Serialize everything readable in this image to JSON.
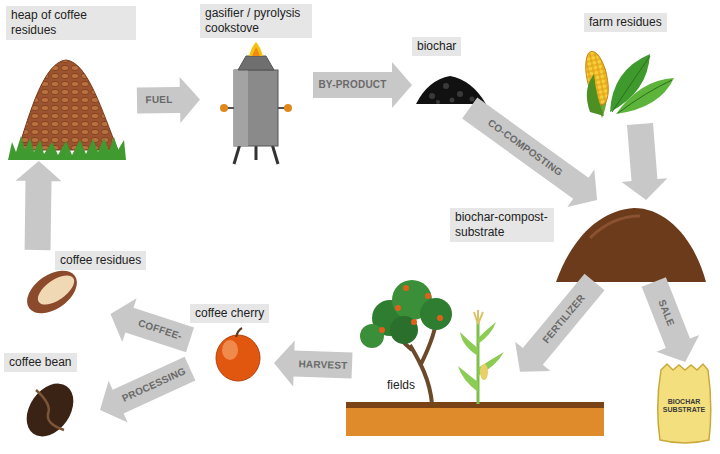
{
  "diagram": {
    "nodes": [
      {
        "text": [
          "heap of coffee residues"
        ]
      },
      {
        "text": [
          "gasifier / pyrolysis cookstove"
        ]
      },
      {
        "text": [
          "biochar"
        ]
      },
      {
        "text": [
          "farm residues"
        ]
      },
      {
        "text": [
          "biochar-compost-substrate"
        ]
      },
      {
        "text": [
          "coffee residues"
        ]
      },
      {
        "text": [
          "coffee cherry"
        ]
      },
      {
        "text": [
          "coffee bean"
        ]
      },
      {
        "text": [
          "fields"
        ]
      },
      {
        "text": [
          "BIOCHAR SUBSTRATE"
        ]
      }
    ],
    "edges": [
      {
        "from": 0,
        "to": 1,
        "label": "FUEL",
        "arrow": "to"
      },
      {
        "from": 1,
        "to": 2,
        "label": "BY-PRODUCT",
        "arrow": "to"
      },
      {
        "from": 2,
        "to": 4,
        "label": "CO-COMPOSTING",
        "arrow": "to"
      },
      {
        "from": 3,
        "to": 4,
        "arrow": "to"
      },
      {
        "from": 4,
        "to": 8,
        "label": "FERTILIZER",
        "arrow": "to"
      },
      {
        "from": 4,
        "to": 9,
        "label": "SALE",
        "arrow": "to"
      },
      {
        "from": 8,
        "to": 6,
        "label": "HARVEST",
        "arrow": "to"
      },
      {
        "from": 6,
        "to": 5,
        "label": "COFFEE-",
        "arrow": "to"
      },
      {
        "from": 6,
        "to": 7,
        "label": "PROCESSING",
        "arrow": "to"
      },
      {
        "from": 5,
        "to": 0,
        "arrow": "to"
      }
    ]
  }
}
